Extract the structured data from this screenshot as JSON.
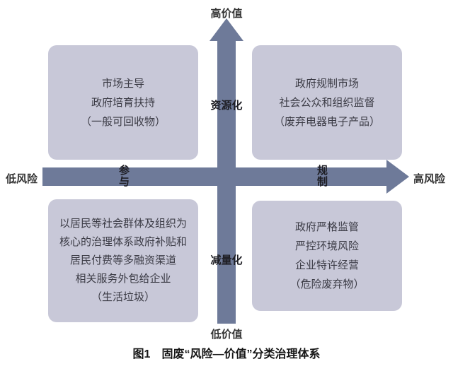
{
  "caption": "图1　固废“风险—价值”分类治理体系",
  "axes": {
    "top": "高价值",
    "bottom": "低价值",
    "left": "低风险",
    "right": "高风险",
    "vertical_upper": "资源化",
    "vertical_lower": "减量化",
    "horizontal_left": "参与",
    "horizontal_right": "规制"
  },
  "quadrants": {
    "top_left": {
      "lines": [
        "市场主导",
        "政府培育扶持",
        "（一般可回收物）"
      ]
    },
    "top_right": {
      "lines": [
        "政府规制市场",
        "社会公众和组织监督",
        "（废弃电器电子产品）"
      ]
    },
    "bottom_left": {
      "lines": [
        "以居民等社会群体及组织为",
        "核心的治理体系政府补贴和",
        "居民付费等多融资渠道",
        "相关服务外包给企业",
        "（生活垃圾）"
      ]
    },
    "bottom_right": {
      "lines": [
        "政府严格监管",
        "严控环境风险",
        "企业特许经营",
        "（危险废弃物）"
      ]
    }
  },
  "colors": {
    "arrow": "#6e7a99",
    "box": "#c8c8d8",
    "text": "#3b3b45"
  }
}
